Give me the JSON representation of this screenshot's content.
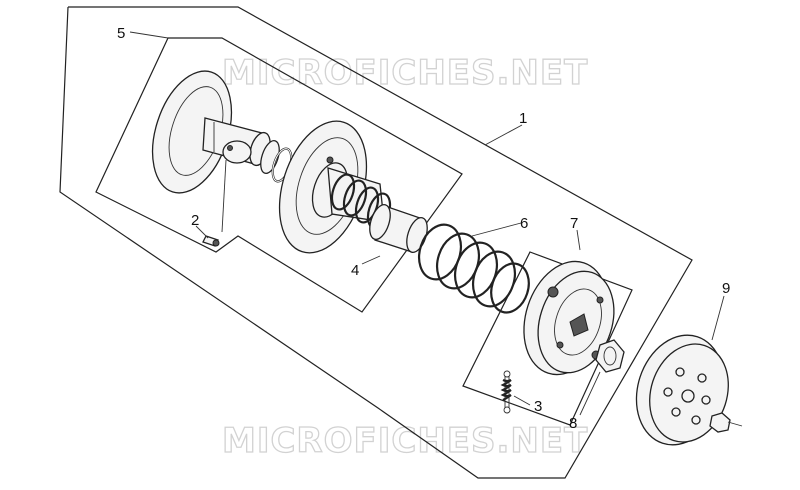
{
  "watermarks": [
    "MICROFICHES.NET",
    "MICROFICHES.NET"
  ],
  "callouts": [
    {
      "id": "1",
      "label": "1"
    },
    {
      "id": "2",
      "label": "2"
    },
    {
      "id": "3",
      "label": "3"
    },
    {
      "id": "4",
      "label": "4"
    },
    {
      "id": "5",
      "label": "5"
    },
    {
      "id": "6",
      "label": "6"
    },
    {
      "id": "7",
      "label": "7"
    },
    {
      "id": "8",
      "label": "8"
    },
    {
      "id": "9",
      "label": "9"
    }
  ]
}
